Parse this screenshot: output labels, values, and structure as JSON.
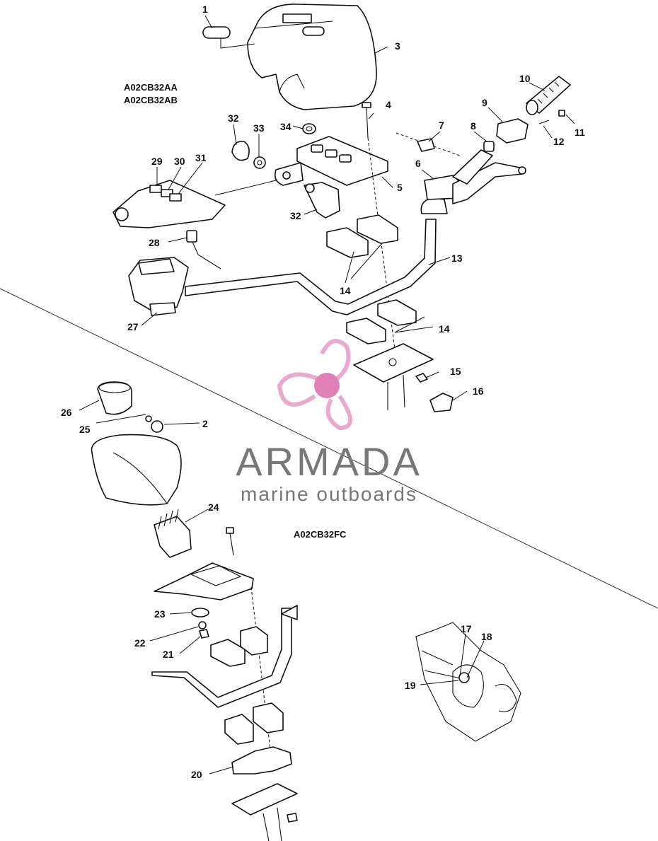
{
  "diagram": {
    "model_codes": [
      "A02CB32AA",
      "A02CB32AB"
    ],
    "model_code_bottom": "A02CB32FC",
    "callouts": [
      "1",
      "2",
      "3",
      "4",
      "5",
      "6",
      "7",
      "8",
      "9",
      "10",
      "11",
      "12",
      "13",
      "14",
      "14",
      "15",
      "16",
      "17",
      "18",
      "19",
      "20",
      "21",
      "22",
      "23",
      "24",
      "25",
      "26",
      "27",
      "28",
      "29",
      "30",
      "31",
      "32",
      "32",
      "33",
      "34"
    ]
  },
  "watermark": {
    "brand": "ARMADA",
    "tagline": "marine outboards",
    "color_logo": "#e8a6cc",
    "color_logo_center": "#e07ab4",
    "color_text": "#7a7a7a"
  }
}
